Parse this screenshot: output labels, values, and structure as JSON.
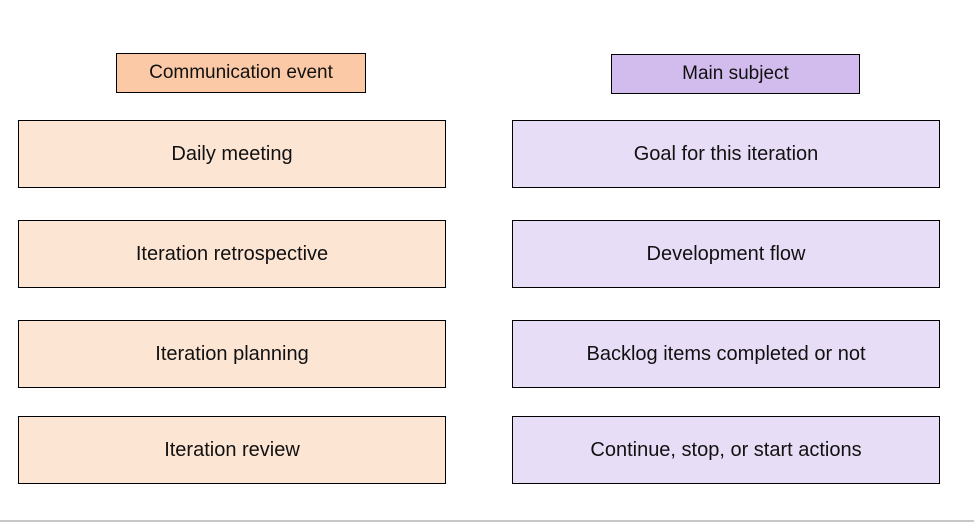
{
  "colors": {
    "left_header_fill": "#fbc9a6",
    "left_item_fill": "#fde5d4",
    "right_header_fill": "#d2bcee",
    "right_item_fill": "#e8ddf6",
    "border": "#000000"
  },
  "left_column": {
    "header": "Communication event",
    "items": [
      "Daily meeting",
      "Iteration retrospective",
      "Iteration planning",
      "Iteration review"
    ]
  },
  "right_column": {
    "header": "Main subject",
    "items": [
      "Goal for this iteration",
      "Development flow",
      "Backlog items completed or not",
      "Continue, stop, or start actions"
    ]
  }
}
